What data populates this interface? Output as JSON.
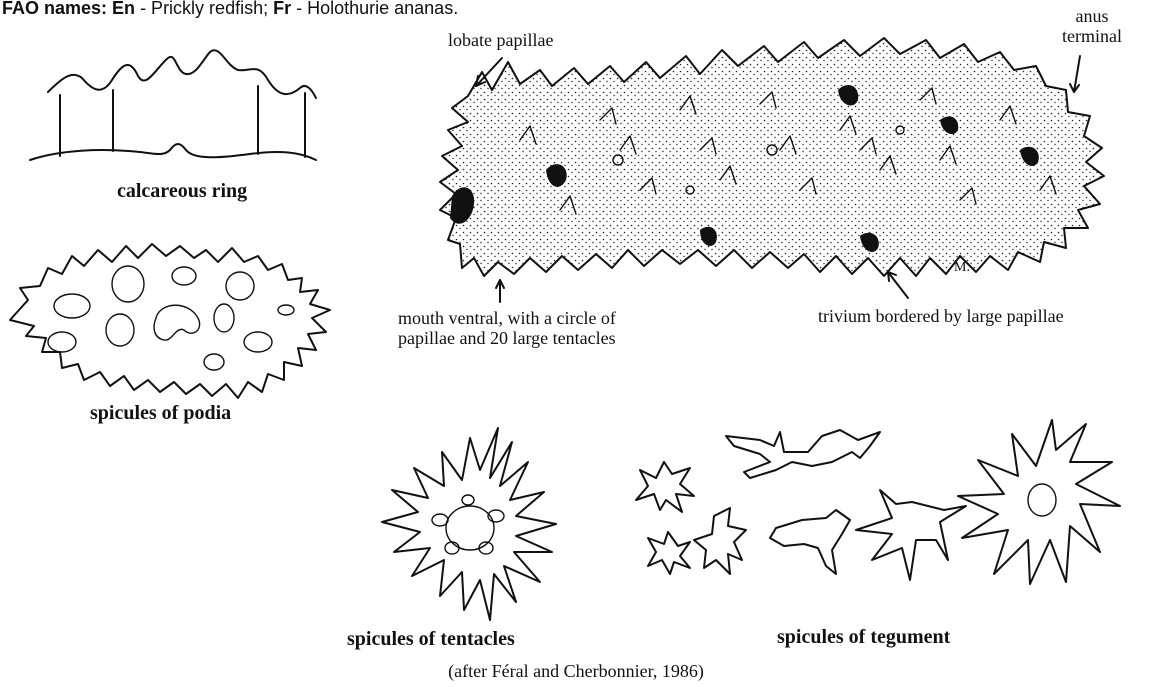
{
  "fao_names": {
    "prefix": "FAO names:",
    "en_code": "En",
    "en_name": " - Prickly redfish; ",
    "fr_code": "Fr",
    "fr_name": " - Holothurie ananas."
  },
  "labels": {
    "anus_line1": "anus",
    "anus_line2": "terminal",
    "lobate_papillae": "lobate papillae",
    "mouth_line1": "mouth ventral, with a circle of",
    "mouth_line2": "papillae and 20 large tentacles",
    "trivium": "trivium bordered by large papillae",
    "artist_mark": "M."
  },
  "captions": {
    "calcareous_ring": "calcareous ring",
    "spicules_podia": "spicules of podia",
    "spicules_tentacles": "spicules of tentacles",
    "spicules_tegument": "spicules of tegument"
  },
  "credit": "(after Féral and Cherbonnier, 1986)"
}
